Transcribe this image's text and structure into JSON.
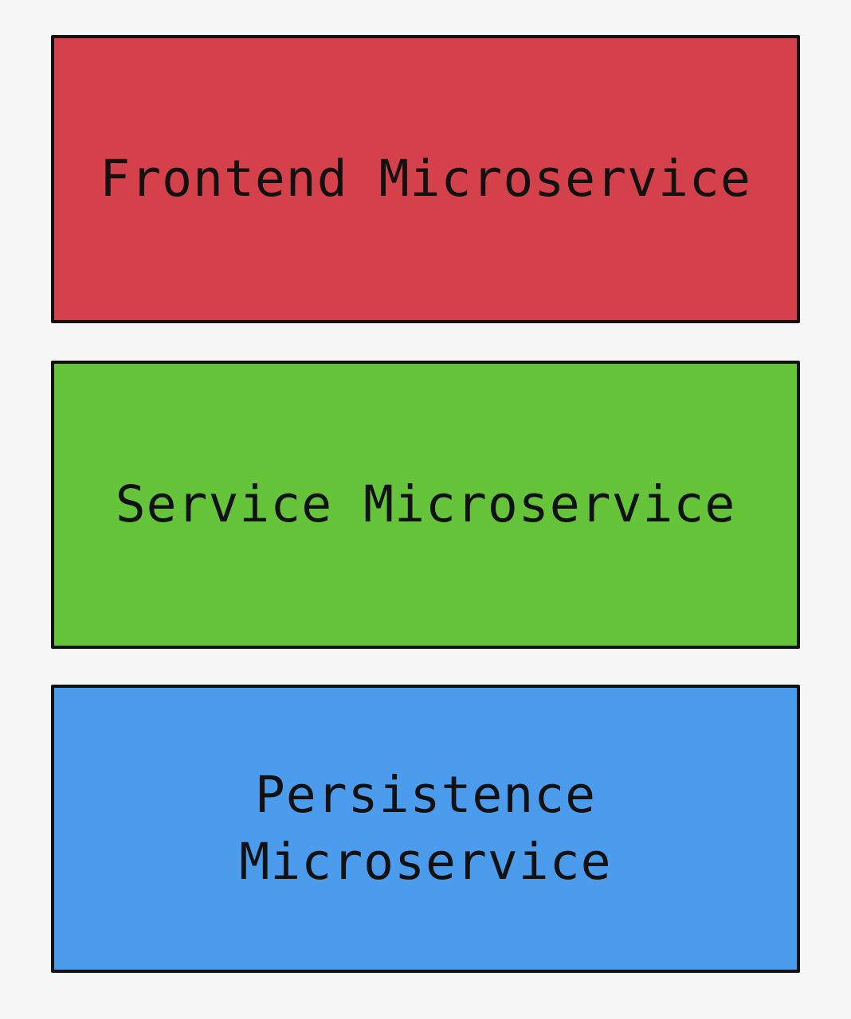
{
  "diagram": {
    "layers": [
      {
        "id": "frontend",
        "label": "Frontend Microservice",
        "color": "#d4414b"
      },
      {
        "id": "service",
        "label": "Service Microservice",
        "color": "#66c43b"
      },
      {
        "id": "persistence",
        "label": "Persistence\nMicroservice",
        "color": "#4b9ced"
      }
    ]
  }
}
